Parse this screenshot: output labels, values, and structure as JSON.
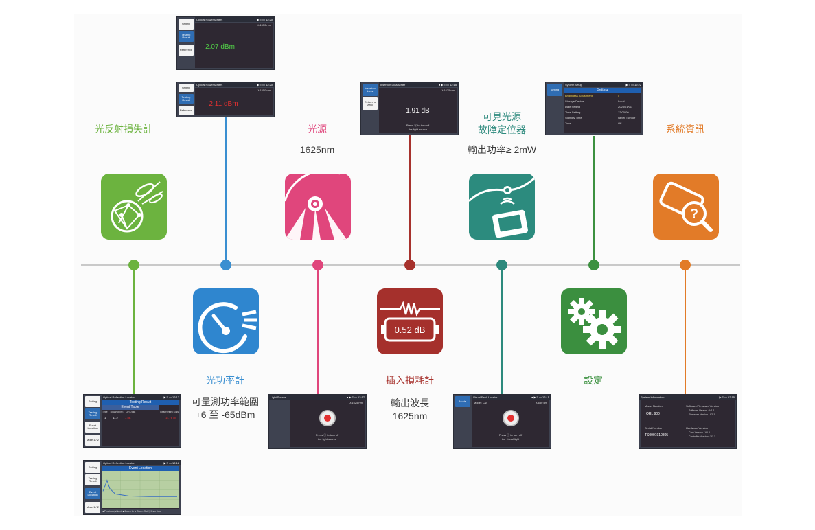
{
  "features": {
    "otdr": {
      "title": "光反射損失計",
      "color": "#6cb33f"
    },
    "opm": {
      "title": "光功率計",
      "sub1": "可量測功率範圍",
      "sub2": "+6 至 -65dBm",
      "color": "#3a8fd1"
    },
    "ls": {
      "title": "光源",
      "sub1": "1625nm",
      "color": "#e0467c"
    },
    "il": {
      "title": "插入損耗計",
      "sub1": "輸出波長",
      "sub2": "1625nm",
      "color": "#a7322d",
      "tile_value": "0.52 dB"
    },
    "vfl": {
      "title1": "可見光源",
      "title2": "故障定位器",
      "sub1": "輸出功率≥ 2mW",
      "color": "#2d8a7d"
    },
    "set": {
      "title": "設定",
      "color": "#3c9140"
    },
    "sys": {
      "title": "系統資訊",
      "color": "#e27b28"
    }
  },
  "screens": {
    "opm1": {
      "title": "Optical Power Meters",
      "wavelength": "λ:1550 nm",
      "value": "2.07 dBm",
      "btn1": "Setting",
      "btn2": "Testing Result",
      "btn3": "Reference"
    },
    "opm2": {
      "title": "Optical Power Meters",
      "wavelength": "λ:1550 nm",
      "value": "2.11 dBm",
      "btn1": "Setting",
      "btn2": "Testing Result",
      "btn3": "Reference"
    },
    "il": {
      "title": "Insertion Loss Meter",
      "wavelength": "λ:1625 nm",
      "value": "1.91 dB",
      "btn1": "Insertion Loss",
      "btn2": "Return to zero",
      "msg1": "Press ⓞ to turn off",
      "msg2": "the light source"
    },
    "sys": {
      "title": "System Setup",
      "btn1": "Setting",
      "header": "Setting",
      "rows": [
        {
          "k": "Brightness Adjustment",
          "v": "5"
        },
        {
          "k": "Storage Device",
          "v": "Local"
        },
        {
          "k": "Date Setting",
          "v": "2023/01/01"
        },
        {
          "k": "Time Setting",
          "v": "12:00:00"
        },
        {
          "k": "Standby Time",
          "v": "Never Turn off"
        },
        {
          "k": "Tone",
          "v": "Off"
        }
      ]
    },
    "otdr1": {
      "title": "Optical Reflection Locator",
      "header": "Testing Result",
      "sub": "Event Table",
      "btn1": "Setting",
      "btn2": "Testing Result",
      "btn3": "Event Location",
      "btn4": "More 1 / 2",
      "cols": [
        "Type",
        "Distance(m)",
        "ORL(dB)",
        "Total Return Loss"
      ],
      "row": [
        "1",
        "11.2",
        "-- dB",
        "14.76 dB"
      ]
    },
    "otdr2": {
      "title": "Optical Reflection Locator",
      "header": "Event Location",
      "btn1": "Setting",
      "btn2": "Testing Result",
      "btn3": "Event Location",
      "btn4": "More 1 / 2",
      "footer": "◀Previous ▶Next ▲Zoom In ▼Zoom Out ⓞOverview"
    },
    "ls": {
      "title": "Light Source",
      "wavelength": "λ:1625 nm",
      "msg1": "Press ⓞ to turn off",
      "msg2": "the light source"
    },
    "vfl": {
      "title": "Visual Fault Locator",
      "mode": "Mode : CW",
      "wavelength": "λ:650 nm",
      "btn1": "Mode",
      "msg1": "Press ⓞ to turn off",
      "msg2": "the visual light"
    },
    "info": {
      "title": "System Information",
      "label1": "Model Number",
      "model": "ORL 900",
      "label2": "Serial Number",
      "serial": "TS0001910805",
      "fw_title": "Software/Firmware Version",
      "sw": "Software Version : V1.1",
      "fw": "Firmware Version : V1.1",
      "hw_title": "Hardware Version",
      "hw1": "Core Version : V1.1",
      "hw2": "Controller Version : V1.1"
    }
  }
}
